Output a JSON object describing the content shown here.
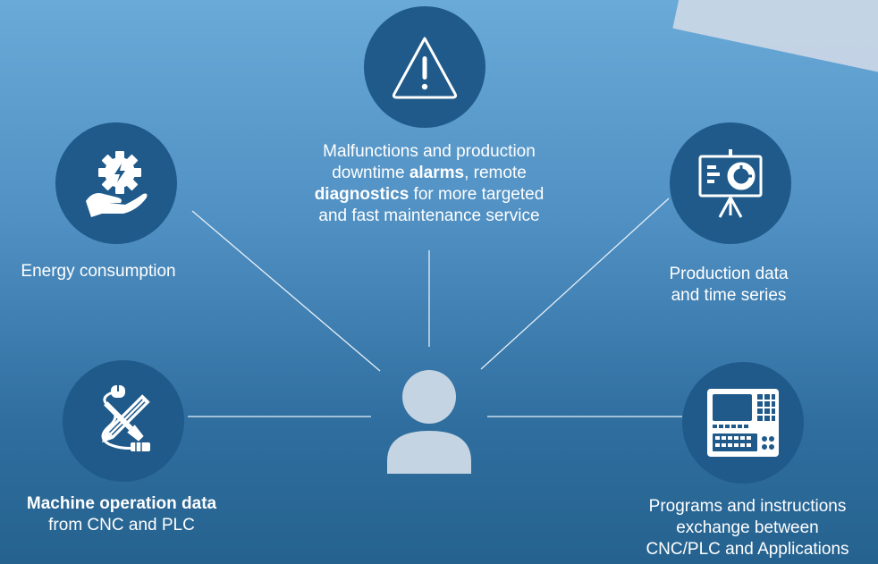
{
  "nodes": {
    "alarms": {
      "icon": "warning-icon",
      "text_1": "Malfunctions and production",
      "text_2a": "downtime ",
      "text_2b": "alarms",
      "text_2c": ", remote",
      "text_3a": "diagnostics",
      "text_3b": " for more targeted",
      "text_4": "and fast maintenance service"
    },
    "energy": {
      "icon": "gear-hand-energy-icon",
      "label": "Energy consumption"
    },
    "production": {
      "icon": "presentation-board-icon",
      "label_1": "Production data",
      "label_2": "and time series"
    },
    "machine": {
      "icon": "tools-pencil-icon",
      "label_1": "Machine operation data",
      "label_2": "from CNC and PLC"
    },
    "programs": {
      "icon": "cnc-control-panel-icon",
      "label_1": "Programs and instructions",
      "label_2": "exchange between",
      "label_3": "CNC/PLC and Applications"
    }
  },
  "center": {
    "icon": "user-icon"
  },
  "colors": {
    "node_fill": "#1f5a8a",
    "connector": "#e6f0f8",
    "user_fill": "#c5d4e2"
  }
}
